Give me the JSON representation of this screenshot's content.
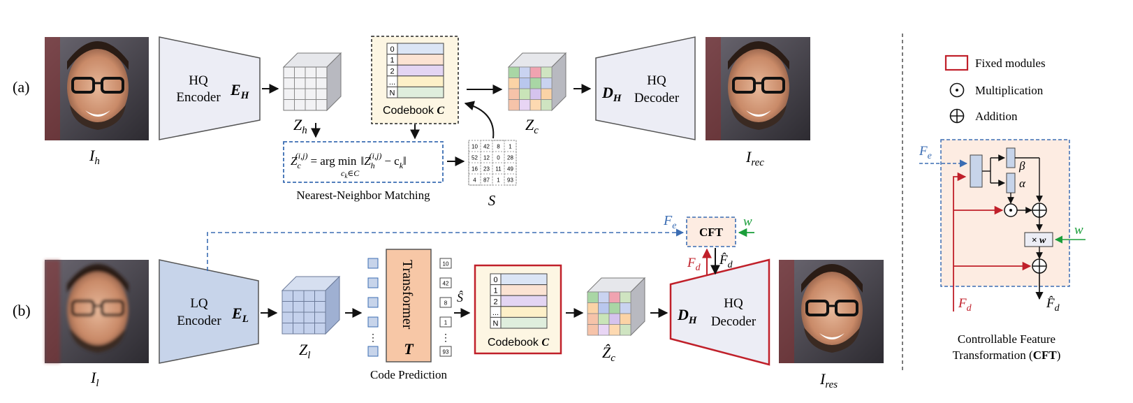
{
  "row_labels": {
    "a": "(a)",
    "b": "(b)"
  },
  "images": {
    "i_h": {
      "base": "I",
      "sub": "h"
    },
    "i_rec": {
      "base": "I",
      "sub": "rec"
    },
    "i_l": {
      "base": "I",
      "sub": "l"
    },
    "i_res": {
      "base": "I",
      "sub": "res"
    }
  },
  "hq_encoder": {
    "line1": "HQ",
    "line2": "Encoder",
    "symbol": "E",
    "sub": "H"
  },
  "hq_decoder_top": {
    "symbol": "D",
    "sub": "H",
    "line1": "HQ",
    "line2": "Decoder"
  },
  "lq_encoder": {
    "line1": "LQ",
    "line2": "Encoder",
    "symbol": "E",
    "sub": "L"
  },
  "hq_decoder_bottom": {
    "symbol": "D",
    "sub": "H",
    "line1": "HQ",
    "line2": "Decoder"
  },
  "latents": {
    "z_h": {
      "base": "Z",
      "sub": "h"
    },
    "z_c": {
      "base": "Z",
      "sub": "c"
    },
    "z_l": {
      "base": "Z",
      "sub": "l"
    },
    "z_c_hat": {
      "base": "Ẑ",
      "sub": "c"
    }
  },
  "codebook": {
    "label": "Codebook",
    "symbol": "C",
    "indices": [
      "0",
      "1",
      "2",
      "...",
      "N"
    ],
    "row_colors": [
      "#dbe5f5",
      "#fbe3d3",
      "#e3d5f3",
      "#fdf0c8",
      "#dfeedd"
    ]
  },
  "nn_matching": {
    "label": "Nearest-Neighbor Matching",
    "formula_lhs": "Z",
    "formula_lhs_sub": "c",
    "formula_lhs_sup": "(i,j)",
    "formula_op": "= arg min",
    "formula_under": "c",
    "formula_under_sub": "k",
    "formula_under_rest": "∈C",
    "formula_norm_var": "Z",
    "formula_norm_sub": "h",
    "formula_norm_sup": "(i,j)",
    "formula_minus": "− c",
    "formula_minus_sub": "k"
  },
  "s_matrix": {
    "label": "S",
    "cells": [
      [
        "10",
        "42",
        "8",
        "1"
      ],
      [
        "52",
        "12",
        "0",
        "28"
      ],
      [
        "16",
        "23",
        "11",
        "49"
      ],
      [
        "4",
        "87",
        "1",
        "93"
      ]
    ]
  },
  "transformer": {
    "label": "Transformer",
    "symbol": "T"
  },
  "code_prediction": {
    "label": "Code Prediction"
  },
  "pred_codes": [
    "10",
    "42",
    "8",
    "1",
    "⋮",
    "93"
  ],
  "s_hat": {
    "label": "Ŝ"
  },
  "cft_box": {
    "label": "CFT"
  },
  "signals": {
    "f_e": {
      "base": "F",
      "sub": "e"
    },
    "f_d": {
      "base": "F",
      "sub": "d"
    },
    "f_d_hat": {
      "base": "F̂",
      "sub": "d"
    },
    "w": "w"
  },
  "legend": {
    "fixed": "Fixed modules",
    "multiplication": "Multiplication",
    "addition": "Addition"
  },
  "cft_detail": {
    "beta": "β",
    "alpha": "α",
    "times_w": "× w",
    "caption_line1": "Controllable Feature",
    "caption_line2_pre": "Transformation (",
    "caption_line2_bold": "CFT",
    "caption_line2_post": ")"
  },
  "cube_colors": [
    "#a9d6a5",
    "#c9d3f0",
    "#f0a3b0",
    "#cfe4c1",
    "#fbd3a6",
    "#b9c7ee",
    "#a9d6a5",
    "#c9d3f0",
    "#f6c3a9",
    "#c9e4b8",
    "#d5c3ee",
    "#fbd3a6",
    "#f6c3a9",
    "#e8d5f4",
    "#fdd9b1",
    "#cfe4c1"
  ],
  "colors": {
    "encoder_hq_fill": "#ecedf5",
    "encoder_lq_fill": "#c7d4ea",
    "codebook_fill": "#fdf6e3",
    "transformer_fill": "#f7c7a6",
    "cft_fill": "#fdece2",
    "fixed_border": "#c0202a",
    "dashed_blue": "#3b6db3",
    "green": "#1a9e3a",
    "red_arrow": "#c0202a"
  }
}
